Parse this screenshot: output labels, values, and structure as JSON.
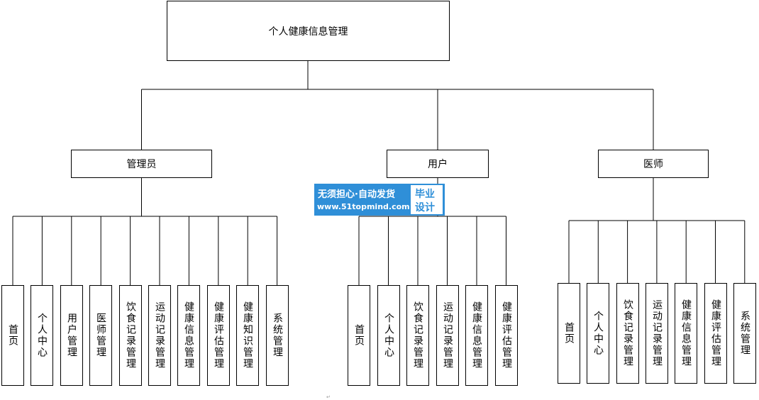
{
  "diagram": {
    "root": {
      "label": "个人健康信息管理"
    },
    "roles": [
      {
        "label": "管理员",
        "children": [
          "首页",
          "个人中心",
          "用户管理",
          "医师管理",
          "饮食记录管理",
          "运动记录管理",
          "健康信息管理",
          "健康评估管理",
          "健康知识管理",
          "系统管理"
        ]
      },
      {
        "label": "用户",
        "children": [
          "首页",
          "个人中心",
          "饮食记录管理",
          "运动记录管理",
          "健康信息管理",
          "健康评估管理"
        ]
      },
      {
        "label": "医师",
        "children": [
          "首页",
          "个人中心",
          "饮食记录管理",
          "运动记录管理",
          "健康信息管理",
          "健康评估管理",
          "系统管理"
        ]
      }
    ]
  },
  "watermark": {
    "line1": "无须担心·自动发货",
    "line2": "www.51topmind.com",
    "badge_line1": "毕业",
    "badge_line2": "设计",
    "bg_color": "#2f8fd8"
  },
  "footer_mark": "↵"
}
